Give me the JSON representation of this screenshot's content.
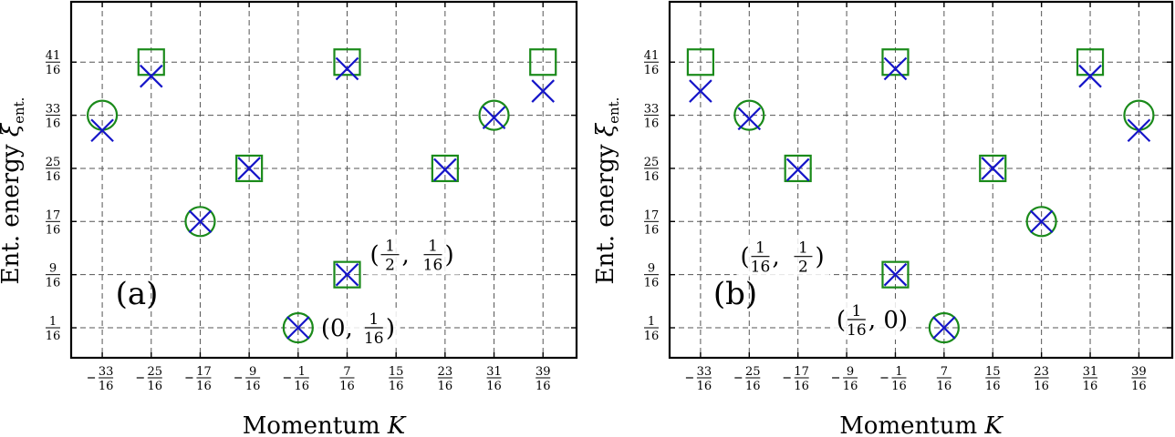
{
  "chart_data": [
    {
      "type": "scatter",
      "panel_label": "(a)",
      "xlabel": "Momentum K",
      "ylabel": "Ent. energy ξent.",
      "x_ticks": [
        "-33/16",
        "-25/16",
        "-17/16",
        "-9/16",
        "-1/16",
        "7/16",
        "15/16",
        "23/16",
        "31/16",
        "39/16"
      ],
      "y_ticks": [
        "1/16",
        "9/16",
        "17/16",
        "25/16",
        "33/16",
        "41/16"
      ],
      "xlim": [
        -2.38,
        2.78
      ],
      "ylim": [
        -0.22,
        3.13
      ],
      "grid": true,
      "series": [
        {
          "marker": "circle",
          "color": "#1a8a1a",
          "points": [
            [
              -2.0625,
              2.0625
            ],
            [
              -1.0625,
              1.0625
            ],
            [
              -0.0625,
              0.0625
            ],
            [
              1.9375,
              2.0625
            ]
          ]
        },
        {
          "marker": "square",
          "color": "#1a8a1a",
          "points": [
            [
              -1.5625,
              2.5625
            ],
            [
              -0.5625,
              1.5625
            ],
            [
              0.4375,
              2.5625
            ],
            [
              0.4375,
              0.5625
            ],
            [
              1.4375,
              1.5625
            ],
            [
              2.4375,
              2.5625
            ]
          ]
        },
        {
          "marker": "x",
          "color": "#1515c8",
          "points": [
            [
              -2.0625,
              1.92
            ],
            [
              -1.5625,
              2.43
            ],
            [
              -1.0625,
              1.0625
            ],
            [
              -0.5625,
              1.5625
            ],
            [
              -0.0625,
              0.0625
            ],
            [
              0.4375,
              2.5
            ],
            [
              0.4375,
              0.5625
            ],
            [
              1.4375,
              1.55
            ],
            [
              1.9375,
              2.04
            ],
            [
              2.4375,
              2.29
            ]
          ]
        }
      ],
      "annotations": [
        {
          "text": "(0, 1/16)",
          "pre": "(0, ",
          "num": "1",
          "den": "16",
          "post": ")",
          "x": -0.0625,
          "y": 0.0625
        },
        {
          "text": "(1/2, 1/16)",
          "pre": "(",
          "num": "1",
          "den": "2",
          "mid": ", ",
          "num2": "1",
          "den2": "16",
          "post": ")",
          "x": 0.4375,
          "y": 0.5625
        }
      ]
    },
    {
      "type": "scatter",
      "panel_label": "(b)",
      "xlabel": "Momentum K",
      "ylabel": "Ent. energy ξent.",
      "x_ticks": [
        "-33/16",
        "-25/16",
        "-17/16",
        "-9/16",
        "-1/16",
        "7/16",
        "15/16",
        "23/16",
        "31/16",
        "39/16"
      ],
      "y_ticks": [
        "1/16",
        "9/16",
        "17/16",
        "25/16",
        "33/16",
        "41/16"
      ],
      "xlim": [
        -2.38,
        2.78
      ],
      "ylim": [
        -0.22,
        3.13
      ],
      "grid": true,
      "series": [
        {
          "marker": "circle",
          "color": "#1a8a1a",
          "points": [
            [
              -1.5625,
              2.0625
            ],
            [
              0.4375,
              0.0625
            ],
            [
              1.4375,
              1.0625
            ],
            [
              2.4375,
              2.0625
            ]
          ]
        },
        {
          "marker": "square",
          "color": "#1a8a1a",
          "points": [
            [
              -2.0625,
              2.5625
            ],
            [
              -1.0625,
              1.5625
            ],
            [
              -0.0625,
              2.5625
            ],
            [
              -0.0625,
              0.5625
            ],
            [
              0.9375,
              1.5625
            ],
            [
              1.9375,
              2.5625
            ]
          ]
        },
        {
          "marker": "x",
          "color": "#1515c8",
          "points": [
            [
              -2.0625,
              2.29
            ],
            [
              -1.5625,
              2.03
            ],
            [
              -1.0625,
              1.55
            ],
            [
              -0.0625,
              2.5
            ],
            [
              -0.0625,
              0.5625
            ],
            [
              0.4375,
              0.0625
            ],
            [
              0.9375,
              1.5625
            ],
            [
              1.4375,
              1.0625
            ],
            [
              1.9375,
              2.43
            ],
            [
              2.4375,
              1.92
            ]
          ]
        }
      ],
      "annotations": [
        {
          "text": "(1/16, 1/2)",
          "pre": "(",
          "num": "1",
          "den": "16",
          "mid": ", ",
          "num2": "1",
          "den2": "2",
          "post": ")",
          "x": -0.0625,
          "y": 0.5625
        },
        {
          "text": "(1/16, 0)",
          "pre": "(",
          "num": "1",
          "den": "16",
          "post": ", 0)",
          "x": 0.4375,
          "y": 0.0625
        }
      ]
    }
  ]
}
